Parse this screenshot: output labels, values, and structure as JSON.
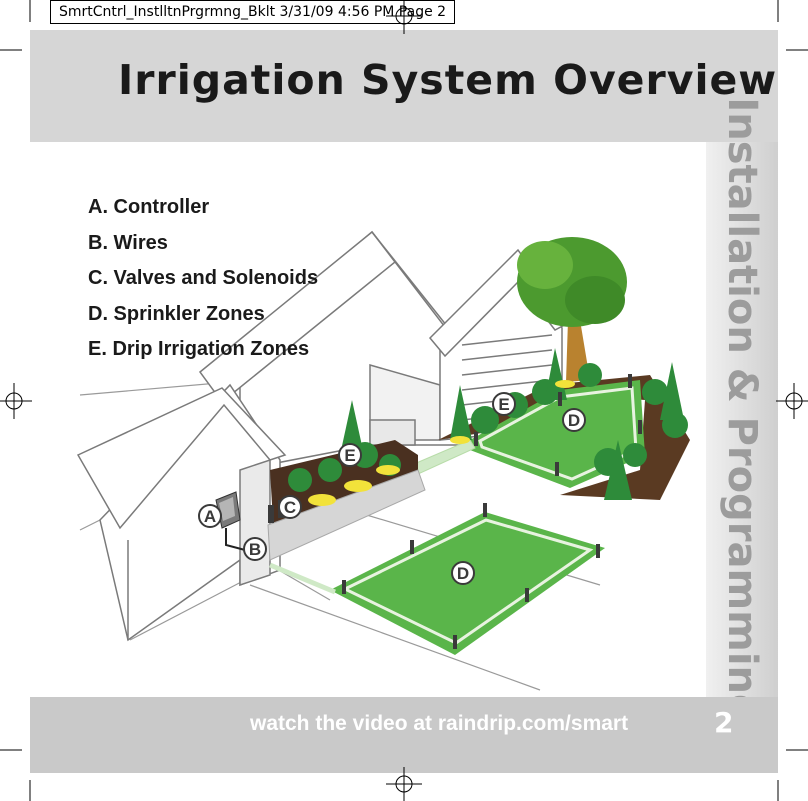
{
  "slug_line": "SmrtCntrl_InstlltnPrgrmng_Bklt  3/31/09  4:56 PM  Page 2",
  "title": "Irrigation System Overview",
  "side_heading": "Installation & Programming",
  "legend": [
    "A. Controller",
    "B. Wires",
    "C. Valves and Solenoids",
    "D. Sprinkler Zones",
    "E. Drip Irrigation Zones"
  ],
  "callouts": {
    "a": "A",
    "b": "B",
    "c": "C",
    "d_back": "D",
    "d_front": "D",
    "e_back": "E",
    "e_front": "E"
  },
  "footer_text": "watch the video at raindrip.com/smart",
  "page_number": "2",
  "colors": {
    "band_gray": "#d6d6d6",
    "footer_gray": "#c9c9c9",
    "lawn_green": "#5ab54a",
    "shrub_green": "#2e8b3a",
    "soil_brown": "#5a3a22",
    "flower_yellow": "#f2e23a",
    "title_black": "#1a1a1a"
  }
}
